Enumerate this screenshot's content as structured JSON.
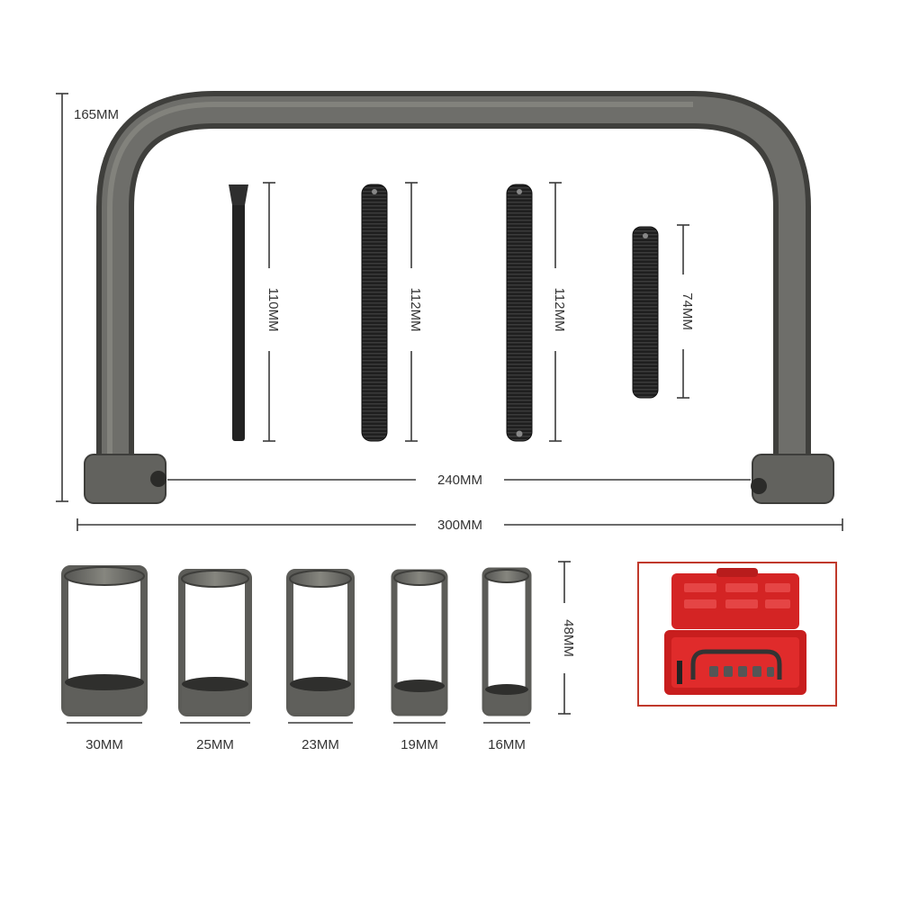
{
  "dimensions": {
    "frame_height": "165MM",
    "rod_1": "110MM",
    "rod_2": "112MM",
    "rod_3": "112MM",
    "rod_4": "74MM",
    "inner_width": "240MM",
    "outer_width": "300MM",
    "adapter_height": "48MM"
  },
  "adapters": [
    "30MM",
    "25MM",
    "23MM",
    "19MM",
    "16MM"
  ],
  "colors": {
    "steel": "#6b6b68",
    "steel_dark": "#474744",
    "rod_black": "#1c1c1c",
    "case_red": "#d42424",
    "case_border": "#c0392b"
  }
}
